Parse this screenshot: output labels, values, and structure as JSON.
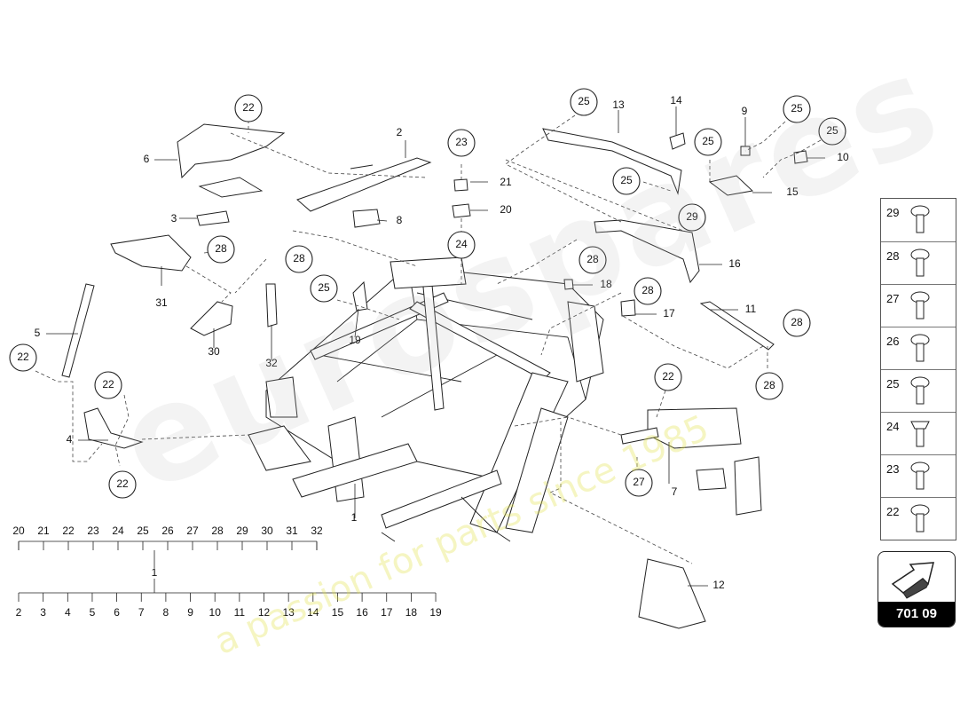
{
  "figure_code": "701 09",
  "watermark": {
    "brand": "eurospares",
    "slogan": "a passion for parts since 1985"
  },
  "callouts": {
    "c22a": "22",
    "c25a": "25",
    "c25b": "25",
    "c25c": "25",
    "c25d": "25",
    "c25e": "25",
    "c23": "23",
    "c24": "24",
    "c28a": "28",
    "c28b": "28",
    "c28c": "28",
    "c28d": "28",
    "c28e": "28",
    "c28f": "28",
    "c29": "29",
    "c25f": "25",
    "c22b": "22",
    "c22c": "22",
    "c22d": "22",
    "c22e": "22",
    "c27": "27"
  },
  "labels": {
    "l1": "1",
    "l2": "2",
    "l3": "3",
    "l4": "4",
    "l5": "5",
    "l6": "6",
    "l7": "7",
    "l8": "8",
    "l9": "9",
    "l10": "10",
    "l11": "11",
    "l12": "12",
    "l13": "13",
    "l14": "14",
    "l15": "15",
    "l16": "16",
    "l17": "17",
    "l18": "18",
    "l19": "19",
    "l20": "20",
    "l21": "21",
    "l30": "30",
    "l31": "31",
    "l32": "32"
  },
  "index_scale": {
    "top_row": [
      "20",
      "21",
      "22",
      "23",
      "24",
      "25",
      "26",
      "27",
      "28",
      "29",
      "30",
      "31",
      "32"
    ],
    "center_label": "1",
    "bottom_row": [
      "2",
      "3",
      "4",
      "5",
      "6",
      "7",
      "8",
      "9",
      "10",
      "11",
      "12",
      "13",
      "14",
      "15",
      "16",
      "17",
      "18",
      "19"
    ]
  },
  "fastener_panel": [
    "29",
    "28",
    "27",
    "26",
    "25",
    "24",
    "23",
    "22"
  ],
  "icons": {
    "figure": "arrow-icon",
    "fastener": "bolt-icon"
  }
}
